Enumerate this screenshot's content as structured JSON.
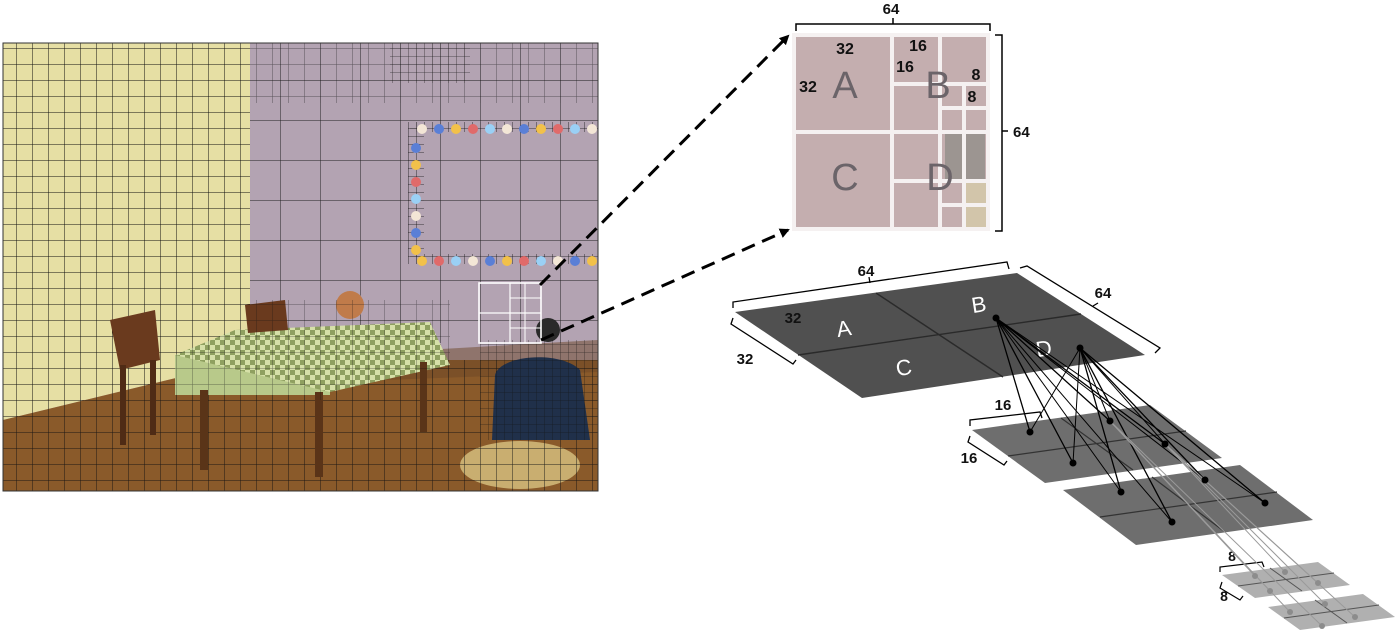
{
  "zoom": {
    "top_size": "64",
    "right_size": "64",
    "label_32_top": "32",
    "label_32_left": "32",
    "label_16_a": "16",
    "label_16_b": "16",
    "label_8_a": "8",
    "label_8_b": "8",
    "letter_a": "A",
    "letter_b": "B",
    "letter_c": "C",
    "letter_d": "D"
  },
  "tree": {
    "level64_width": "64",
    "level64_depth": "64",
    "level32_width": "32",
    "level32_depth": "32",
    "level16_width": "16",
    "level16_depth": "16",
    "level8_width": "8",
    "level8_depth": "8",
    "letter_a": "A",
    "letter_b": "B",
    "letter_c": "C",
    "letter_d": "D"
  },
  "colors": {
    "wall_yellow": "#e6dfa4",
    "wall_purple": "#b3a3b2",
    "floor": "#8a5a2a",
    "tablecloth": "#c9d69a",
    "plane64": "#505050",
    "plane16": "#6e6e6e",
    "plane8": "#b0b0b0",
    "zoom_block": "#c4aeaf"
  }
}
